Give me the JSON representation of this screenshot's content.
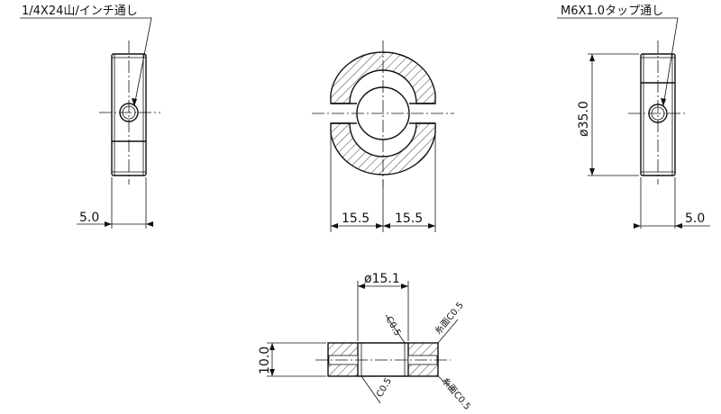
{
  "labels": {
    "thread_left": "1/4X24山/インチ通し",
    "thread_right": "M6X1.0タップ通し",
    "dim_left_width": "5.0",
    "dim_right_width": "5.0",
    "dim_split_left": "15.5",
    "dim_split_right": "15.5",
    "dim_outer_dia": "ø35.0",
    "dim_bore_dia": "ø15.1",
    "dim_thickness": "10.0",
    "chamfer_bore_top": "C0.5",
    "chamfer_bore_bottom": "C0.5",
    "chamfer_outer_top": "糸面C0.5",
    "chamfer_outer_bottom": "糸面C0.5"
  },
  "colors": {
    "line": "#111111",
    "background": "#ffffff"
  }
}
